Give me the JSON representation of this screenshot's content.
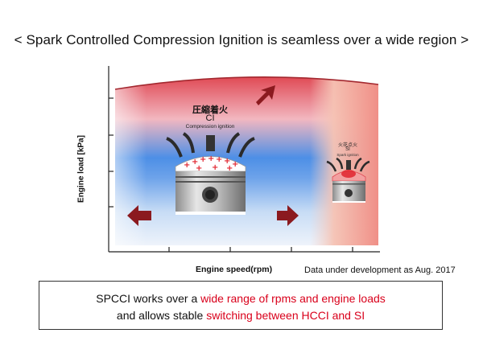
{
  "title": "< Spark Controlled Compression Ignition is seamless over a wide region >",
  "axes": {
    "y_label": "Engine load  [kPa]",
    "x_label": "Engine speed(rpm)"
  },
  "note": "Data under development as Aug. 2017",
  "ci": {
    "kanji": "圧縮着火",
    "short": "CI",
    "long": "Compression ignition"
  },
  "si": {
    "kanji": "火花点火",
    "short": "SI",
    "long": "Spark ignition"
  },
  "summary": {
    "line1_prefix": "SPCCI works over a ",
    "line1_highlight": "wide range of rpms and engine loads",
    "line2_prefix": "and allows stable ",
    "line2_highlight": "switching between HCCI and SI"
  },
  "colors": {
    "accent_red": "#d9001b",
    "arrow": "#8b1a1f",
    "region_blue": "#2a6fd0",
    "region_red": "#c8283a",
    "si_region": "#f2a08f"
  },
  "icons": [
    "arrow-up-right-icon",
    "arrow-left-icon",
    "arrow-right-icon",
    "ci-piston-icon",
    "si-piston-icon"
  ]
}
